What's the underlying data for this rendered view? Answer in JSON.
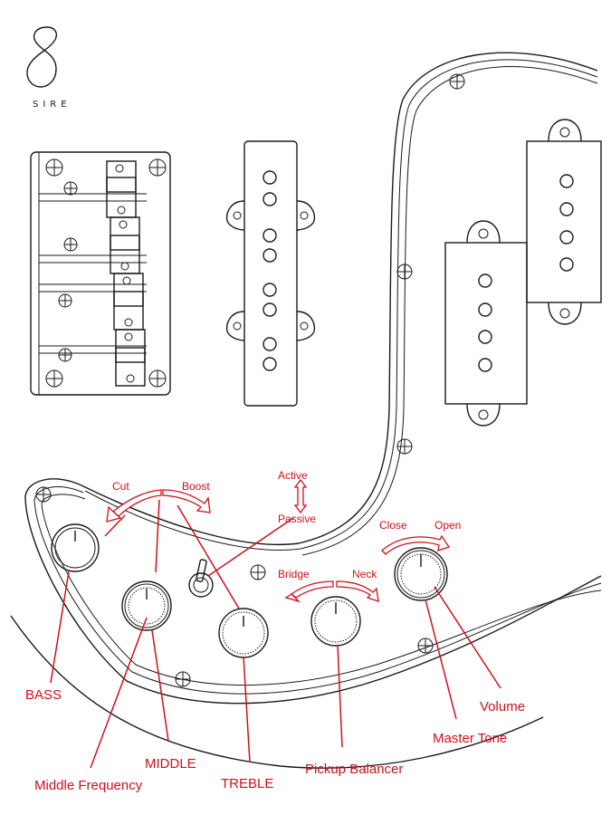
{
  "brand": {
    "name": "SIRE",
    "color": "#1a1a1a"
  },
  "colors": {
    "annotation": "#d0101a",
    "outline": "#1a1a1a"
  },
  "labels": {
    "bass": "BASS",
    "middle": "MIDDLE",
    "middle_frequency": "Middle Frequency",
    "treble": "TREBLE",
    "pickup_balancer": "Pickup Balancer",
    "master_tone": "Master Tone",
    "volume": "Volume",
    "cut": "Cut",
    "boost": "Boost",
    "active": "Active",
    "passive": "Passive",
    "bridge": "Bridge",
    "neck": "Neck",
    "close": "Close",
    "open": "Open"
  }
}
